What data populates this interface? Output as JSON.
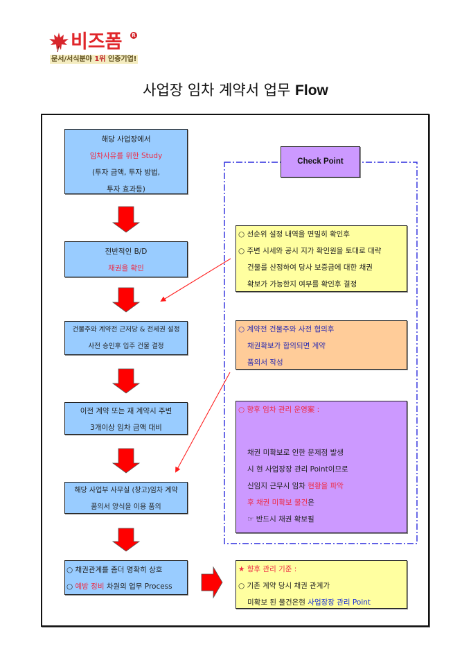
{
  "logo": {
    "brand": "비즈폼",
    "registered": "R",
    "tagline_pre": "문서/서식분야 ",
    "tagline_highlight": "1위",
    "tagline_post": " 인증기업!",
    "icon": "maple-leaf-icon"
  },
  "title": {
    "korean": "사업장 임차 계약서 업무",
    "english": "Flow"
  },
  "flow_steps": [
    {
      "lines": [
        {
          "segments": [
            {
              "text": "해당 사업장에서",
              "color": "default"
            }
          ]
        },
        {
          "segments": [
            {
              "text": "임차사유를 위한 Study",
              "color": "red"
            }
          ]
        },
        {
          "segments": [
            {
              "text": "(투자 금액, 투자 방법,",
              "color": "default"
            }
          ]
        },
        {
          "segments": [
            {
              "text": "투자 효과등)",
              "color": "default"
            }
          ]
        }
      ]
    },
    {
      "lines": [
        {
          "segments": [
            {
              "text": "전반적인 B/D",
              "color": "default"
            }
          ]
        },
        {
          "segments": [
            {
              "text": "채권을 확인",
              "color": "red"
            }
          ]
        }
      ]
    },
    {
      "lines": [
        {
          "segments": [
            {
              "text": "건물주와 계약전 근저당 & 전세권 설정",
              "color": "default"
            }
          ]
        },
        {
          "segments": [
            {
              "text": "사전 승인후 입주 건물 결정",
              "color": "default"
            }
          ]
        }
      ]
    },
    {
      "lines": [
        {
          "segments": [
            {
              "text": "이전 계약 또는 재 계약시 주변",
              "color": "default"
            }
          ]
        },
        {
          "segments": [
            {
              "text": "3개이상 임차 금액 대비",
              "color": "default"
            }
          ]
        }
      ]
    },
    {
      "lines": [
        {
          "segments": [
            {
              "text": "해당 사업부 사무실 (창고)임차 계약",
              "color": "default"
            }
          ]
        },
        {
          "segments": [
            {
              "text": "품의서 양식을 이용 품의",
              "color": "default"
            }
          ]
        }
      ]
    },
    {
      "lines": [
        {
          "segments": [
            {
              "text": "○ 채권관계를 좀더 명확히 상호",
              "color": "default"
            }
          ]
        },
        {
          "segments": [
            {
              "text": "○ ",
              "color": "default"
            },
            {
              "text": "예방 정비",
              "color": "red"
            },
            {
              "text": " 차원의 업무 Process",
              "color": "default"
            }
          ]
        }
      ]
    }
  ],
  "check_point": {
    "label": "Check Point",
    "notes": [
      {
        "lines": [
          {
            "indent": false,
            "segments": [
              {
                "text": "○ 선순위 설정 내역을 면밀히 확인후",
                "color": "default"
              }
            ]
          },
          {
            "indent": false,
            "segments": [
              {
                "text": "○ 주변 시세와 공시 지가 확인원을 토대로 대략",
                "color": "default"
              }
            ]
          },
          {
            "indent": true,
            "segments": [
              {
                "text": "건물를 산정하여 당사 보증금에 대한 채권",
                "color": "default"
              }
            ]
          },
          {
            "indent": true,
            "segments": [
              {
                "text": "확보가 가능한지 여부를 확인후 결정",
                "color": "default"
              }
            ]
          }
        ]
      },
      {
        "lines": [
          {
            "indent": false,
            "segments": [
              {
                "text": "○ 계약전 건물주와 사전 협의후",
                "color": "navy"
              }
            ]
          },
          {
            "indent": true,
            "segments": [
              {
                "text": "채권확보가 합의되면 계약",
                "color": "navy"
              }
            ]
          },
          {
            "indent": true,
            "segments": [
              {
                "text": "품의서 작성",
                "color": "navy"
              }
            ]
          }
        ]
      },
      {
        "header": {
          "segments": [
            {
              "text": "○ 향후 임차 관리 운영案 :",
              "color": "red"
            }
          ]
        },
        "lines": [
          {
            "indent": true,
            "segments": [
              {
                "text": "채권 미확보로 인한 문제점 발생",
                "color": "default"
              }
            ]
          },
          {
            "indent": true,
            "segments": [
              {
                "text": "시 현 사업장장 관리 Point이므로",
                "color": "default"
              }
            ]
          },
          {
            "indent": true,
            "segments": [
              {
                "text": "신임지 근무시 임차 ",
                "color": "default"
              },
              {
                "text": "현황을 파악",
                "color": "red"
              }
            ]
          },
          {
            "indent": true,
            "segments": [
              {
                "text": "후 채권 미확보 물건",
                "color": "red"
              },
              {
                "text": "은",
                "color": "default"
              }
            ]
          },
          {
            "indent": true,
            "segments": [
              {
                "text": "☞ 반드시 채권 확보필",
                "color": "default"
              }
            ]
          }
        ]
      }
    ]
  },
  "management_standard": {
    "lines": [
      {
        "indent": false,
        "segments": [
          {
            "text": "★ 향후 관리 기준 :",
            "color": "red"
          }
        ]
      },
      {
        "indent": false,
        "segments": [
          {
            "text": "○ 기존 계약 당시 채권 관계가",
            "color": "default"
          }
        ]
      },
      {
        "indent": true,
        "segments": [
          {
            "text": "미확보 된 물건은현 ",
            "color": "default"
          },
          {
            "text": "사업장장 관리 Point",
            "color": "blue"
          }
        ]
      }
    ]
  },
  "colors": {
    "step_box": "#99ccff",
    "note_yellow": "#ffffa0",
    "note_orange": "#ffcc99",
    "note_purple": "#cc99ff",
    "arrow_red": "#ff0000",
    "dashed_blue": "#2b2bdd",
    "text_red": "#ee2a44",
    "text_blue": "#1a2fd6"
  }
}
